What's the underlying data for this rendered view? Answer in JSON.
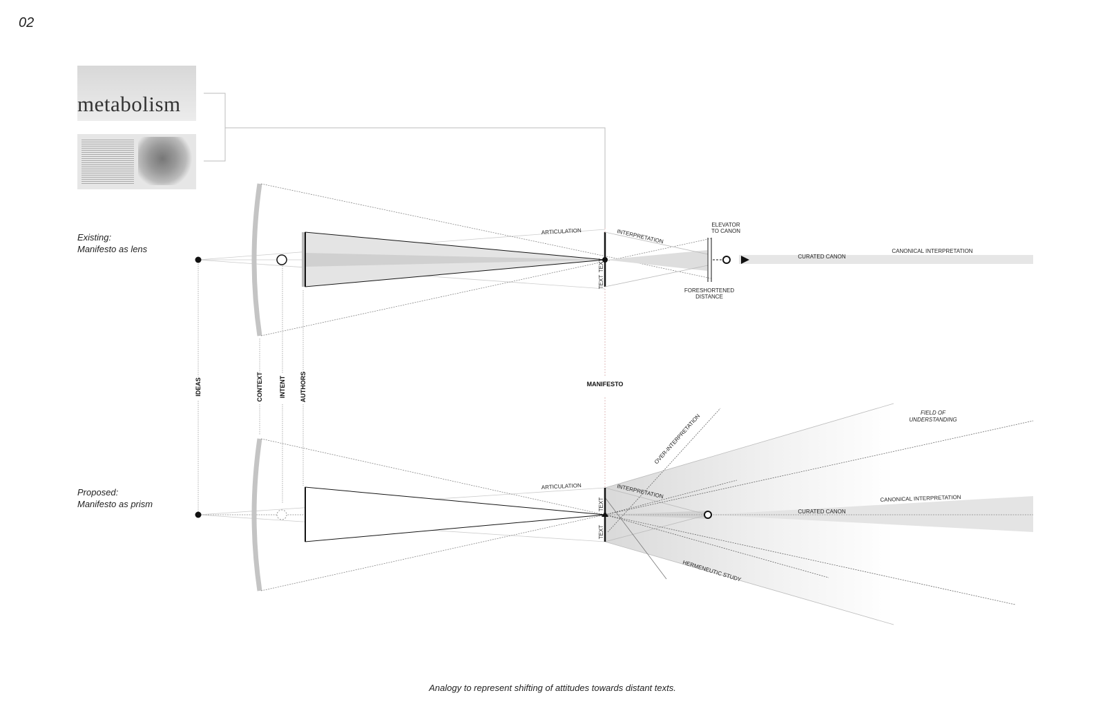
{
  "page_number": "02",
  "caption": "Analogy to represent shifting of attitudes towards distant texts.",
  "thumbnails": {
    "cover_title": "metabolism"
  },
  "existing": {
    "title": "Existing:",
    "subtitle": "Manifesto as lens"
  },
  "proposed": {
    "title": "Proposed:",
    "subtitle": "Manifesto as prism"
  },
  "axis_labels": {
    "ideas": "IDEAS",
    "context": "CONTEXT",
    "intent": "INTENT",
    "authors": "AUTHORS",
    "manifesto": "MANIFESTO"
  },
  "lens_labels": {
    "articulation": "ARTICULATION",
    "interpretation": "INTERPRETATION",
    "text_top": "TEXT",
    "text_bottom": "TEXT",
    "elevator_1": "ELEVATOR",
    "elevator_2": "TO CANON",
    "foreshortened_1": "FORESHORTENED",
    "foreshortened_2": "DISTANCE",
    "curated_canon": "CURATED CANON",
    "canonical_interpretation": "CANONICAL INTERPRETATION"
  },
  "prism_labels": {
    "articulation": "ARTICULATION",
    "interpretation": "INTERPRETATION",
    "text_top": "TEXT",
    "text_bottom": "TEXT",
    "over_interpretation": "OVER-INTERPRETATION",
    "field_1": "FIELD OF",
    "field_2": "UNDERSTANDING",
    "curated_canon": "CURATED CANON",
    "canonical_interpretation": "CANONICAL INTERPRETATION",
    "hermeneutic_study": "HERMENEUTIC STUDY"
  }
}
